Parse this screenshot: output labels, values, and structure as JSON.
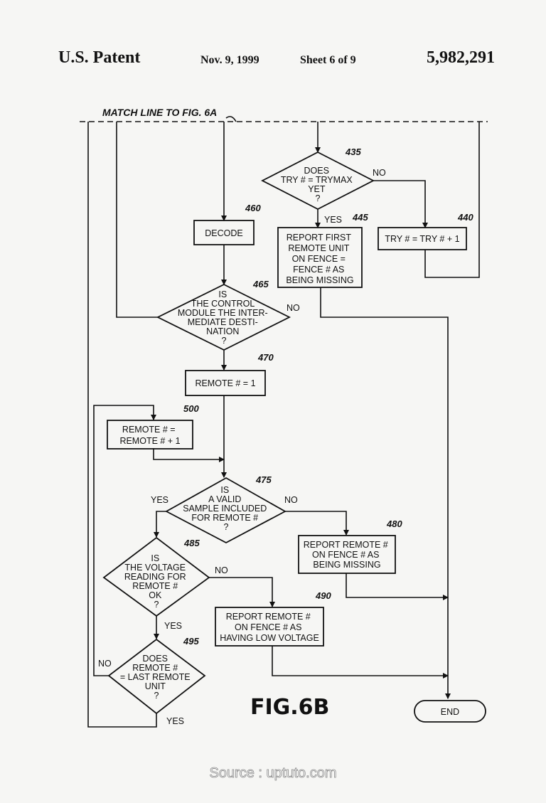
{
  "header": {
    "patent_label": "U.S. Patent",
    "date": "Nov. 9, 1999",
    "sheet": "Sheet 6 of 9",
    "patent_number": "5,982,291"
  },
  "match_line": "MATCH LINE TO FIG. 6A",
  "nodes": {
    "n435": {
      "ref": "435",
      "lines": [
        "DOES",
        "TRY # = TRYMAX",
        "YET",
        "?"
      ]
    },
    "n440": {
      "ref": "440",
      "lines": [
        "TRY # = TRY # + 1"
      ]
    },
    "n445": {
      "ref": "445",
      "lines": [
        "REPORT FIRST",
        "REMOTE UNIT",
        "ON FENCE =",
        "FENCE # AS",
        "BEING MISSING"
      ]
    },
    "n460": {
      "ref": "460",
      "lines": [
        "DECODE"
      ]
    },
    "n465": {
      "ref": "465",
      "lines": [
        "IS",
        "THE CONTROL",
        "MODULE THE INTER-",
        "MEDIATE DESTI-",
        "NATION",
        "?"
      ]
    },
    "n470": {
      "ref": "470",
      "lines": [
        "REMOTE # =  1"
      ]
    },
    "n500": {
      "ref": "500",
      "lines": [
        "REMOTE # =",
        "REMOTE # + 1"
      ]
    },
    "n475": {
      "ref": "475",
      "lines": [
        "IS",
        "A VALID",
        "SAMPLE INCLUDED",
        "FOR REMOTE #",
        "?"
      ]
    },
    "n480": {
      "ref": "480",
      "lines": [
        "REPORT REMOTE #",
        "ON FENCE # AS",
        "BEING MISSING"
      ]
    },
    "n485": {
      "ref": "485",
      "lines": [
        "IS",
        "THE VOLTAGE",
        "READING FOR",
        "REMOTE #",
        "OK",
        "?"
      ]
    },
    "n490": {
      "ref": "490",
      "lines": [
        "REPORT REMOTE #",
        "ON FENCE # AS",
        "HAVING LOW VOLTAGE"
      ]
    },
    "n495": {
      "ref": "495",
      "lines": [
        "DOES",
        "REMOTE #",
        "= LAST REMOTE",
        "UNIT",
        "?"
      ]
    },
    "end": {
      "lines": [
        "END"
      ]
    }
  },
  "edge_labels": {
    "e435_no": "NO",
    "e435_yes": "YES",
    "e465_no": "NO",
    "e475_yes": "YES",
    "e475_no": "NO",
    "e485_no": "NO",
    "e485_yes": "YES",
    "e495_no": "NO",
    "e495_yes": "YES"
  },
  "figure_label": "FIG.6B",
  "watermark": "Source : uptuto.com"
}
